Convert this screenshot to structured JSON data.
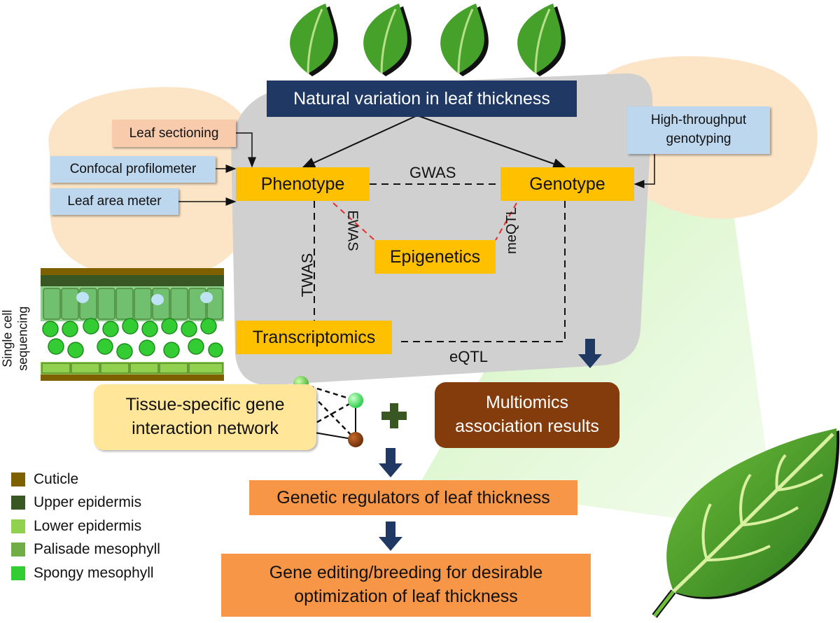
{
  "title": "Natural variation in leaf thickness",
  "inputs": {
    "leaf_sectioning": "Leaf sectioning",
    "confocal": "Confocal profilometer",
    "area_meter": "Leaf area meter",
    "genotyping": "High-throughput genotyping"
  },
  "nodes": {
    "phenotype": "Phenotype",
    "genotype": "Genotype",
    "epigenetics": "Epigenetics",
    "transcriptomics": "Transcriptomics"
  },
  "edges": {
    "gwas": "GWAS",
    "ewas": "EWAS",
    "meqtl": "meQTL",
    "twas": "TWAS",
    "eqtl": "eQTL"
  },
  "single_cell": [
    "Single cell",
    "sequencing"
  ],
  "network": "Tissue-specific gene interaction network",
  "multiomics": "Multiomics association results",
  "regulators": "Genetic regulators of leaf thickness",
  "editing": "Gene editing/breeding for desirable optimization of leaf thickness",
  "legend": [
    {
      "label": "Cuticle",
      "color": "#7f6000"
    },
    {
      "label": "Upper epidermis",
      "color": "#385723"
    },
    {
      "label": "Lower epidermis",
      "color": "#92d050"
    },
    {
      "label": "Palisade mesophyll",
      "color": "#70ad47"
    },
    {
      "label": "Spongy mesophyll",
      "color": "#33cc33"
    }
  ]
}
